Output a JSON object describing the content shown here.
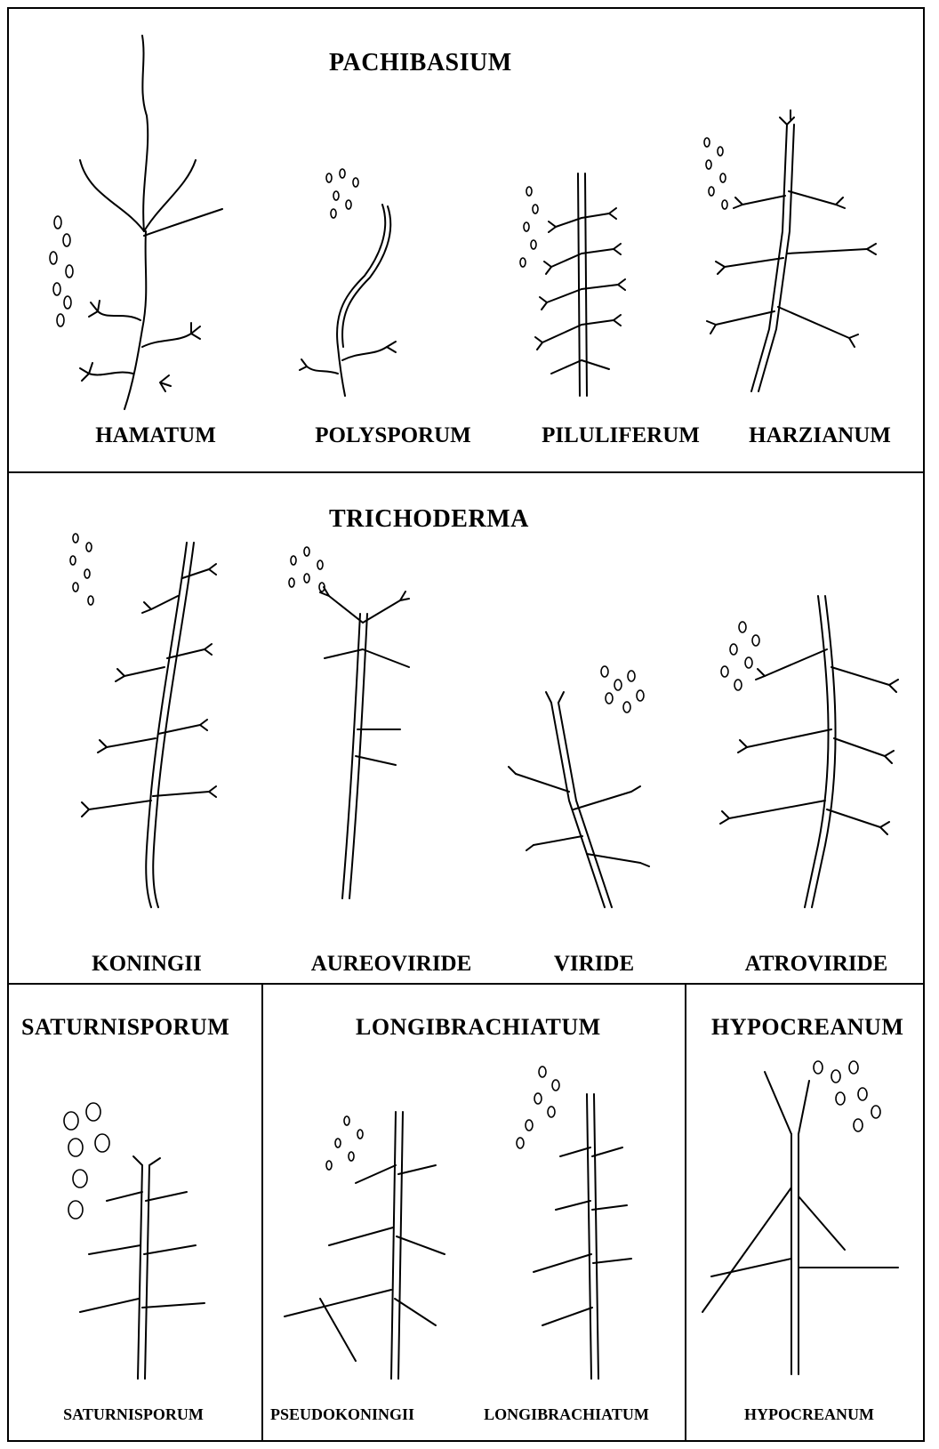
{
  "sections": {
    "pachibasium": {
      "title": "PACHIBASIUM",
      "species": [
        "HAMATUM",
        "POLYSPORUM",
        "PILULIFERUM",
        "HARZIANUM"
      ]
    },
    "trichoderma": {
      "title": "TRICHODERMA",
      "species": [
        "KONINGII",
        "AUREOVIRIDE",
        "VIRIDE",
        "ATROVIRIDE"
      ]
    },
    "saturnisporum": {
      "title": "SATURNISPORUM",
      "species": [
        "SATURNISPORUM"
      ]
    },
    "longibrachiatum": {
      "title": "LONGIBRACHIATUM",
      "species": [
        "PSEUDOKONINGII",
        "LONGIBRACHIATUM"
      ]
    },
    "hypocreanum": {
      "title": "HYPOCREANUM",
      "species": [
        "HYPOCREANUM"
      ]
    }
  }
}
